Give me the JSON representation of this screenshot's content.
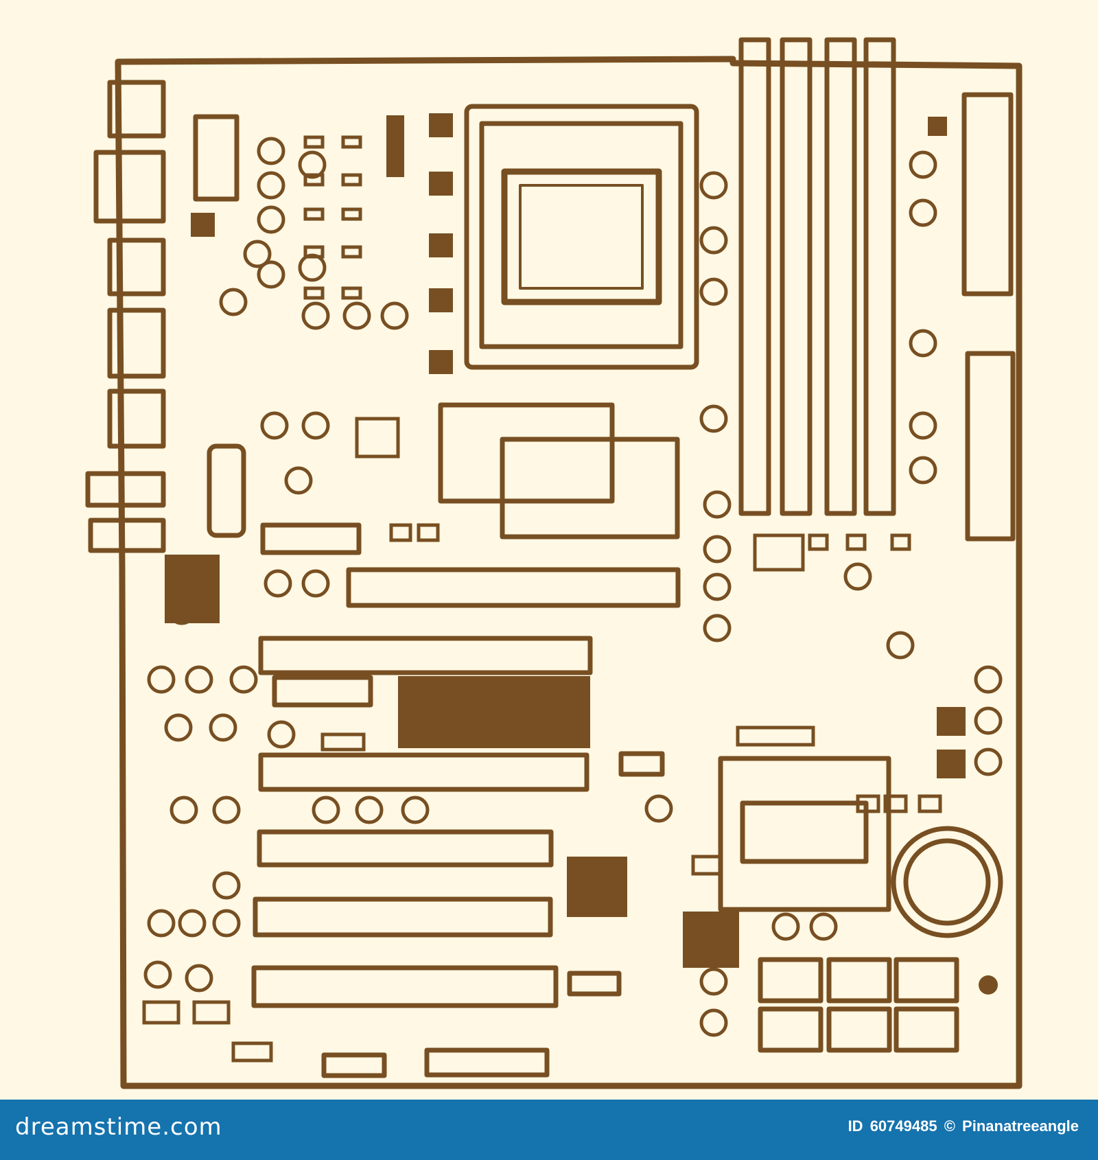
{
  "image": {
    "subject": "motherboard-illustration",
    "ink_color": "#774f22",
    "paper_color": "#fff8e4",
    "footer_color": "#1573ad"
  },
  "footer": {
    "brand": "dreamstime.com",
    "image_id_label": "ID",
    "image_id": "60749485",
    "copyright_symbol": "©",
    "author": "Pinanatreeangle"
  }
}
